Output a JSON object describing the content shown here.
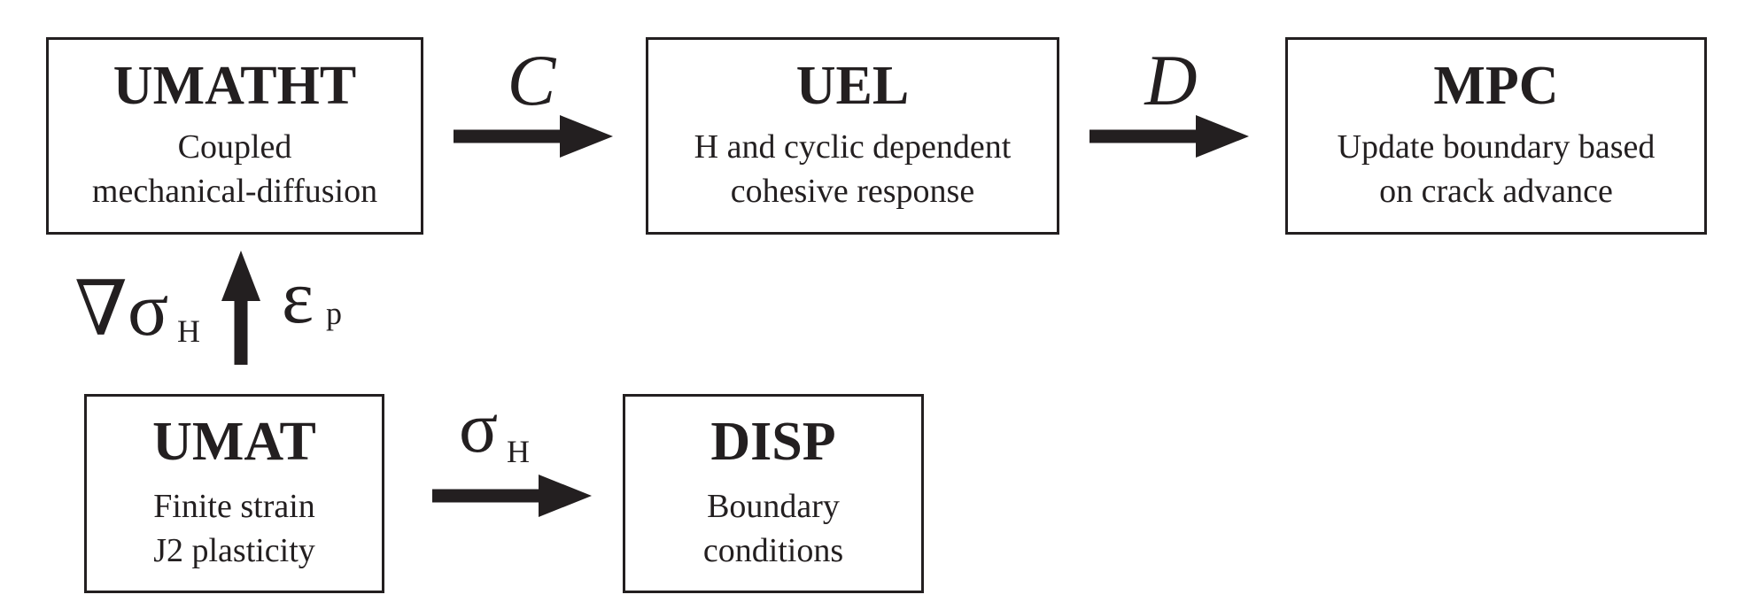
{
  "boxes": {
    "umatht": {
      "title": "UMATHT",
      "lines": [
        "Coupled",
        "mechanical-diffusion"
      ]
    },
    "uel": {
      "title": "UEL",
      "lines": [
        "H and cyclic dependent",
        "cohesive response"
      ]
    },
    "mpc": {
      "title": "MPC",
      "lines": [
        "Update boundary based",
        "on crack advance"
      ]
    },
    "umat": {
      "title": "UMAT",
      "lines": [
        "Finite strain",
        "J2 plasticity"
      ]
    },
    "disp": {
      "title": "DISP",
      "lines": [
        "Boundary",
        "conditions"
      ]
    }
  },
  "arrows": {
    "umatht_to_uel": {
      "label": "C"
    },
    "uel_to_mpc": {
      "label": "D"
    },
    "umat_to_umatht": {
      "left_label": "∇σ",
      "left_sub": "H",
      "right_label": "ε",
      "right_sub": "p"
    },
    "umat_to_disp": {
      "label": "σ",
      "sub": "H"
    }
  },
  "colors": {
    "stroke": "#231f20",
    "background": "#ffffff"
  }
}
